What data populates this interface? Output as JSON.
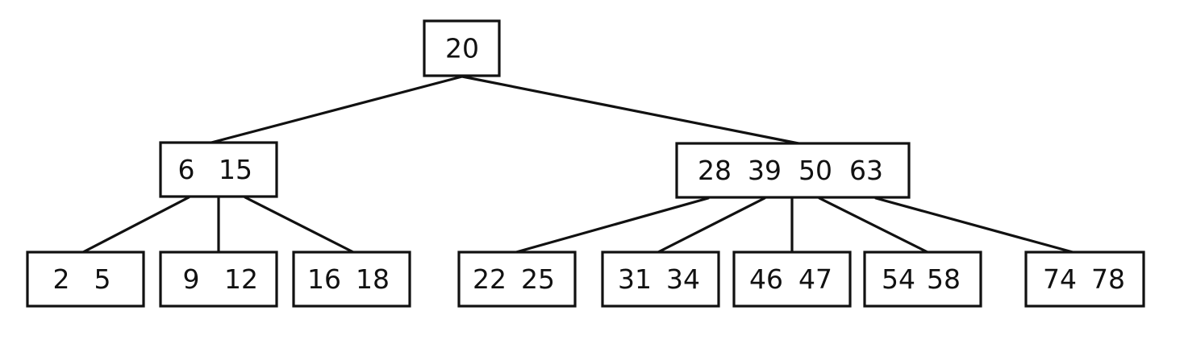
{
  "tree": {
    "nodes": [
      {
        "id": "root",
        "keys": [
          "20"
        ]
      },
      {
        "id": "left",
        "keys": [
          "6",
          "15"
        ]
      },
      {
        "id": "right",
        "keys": [
          "28",
          "39",
          "50",
          "63"
        ]
      },
      {
        "id": "leaf1",
        "keys": [
          "2",
          "5"
        ]
      },
      {
        "id": "leaf2",
        "keys": [
          "9",
          "12"
        ]
      },
      {
        "id": "leaf3",
        "keys": [
          "16",
          "18"
        ]
      },
      {
        "id": "leaf4",
        "keys": [
          "22",
          "25"
        ]
      },
      {
        "id": "leaf5",
        "keys": [
          "31",
          "34"
        ]
      },
      {
        "id": "leaf6",
        "keys": [
          "46",
          "47"
        ]
      },
      {
        "id": "leaf7",
        "keys": [
          "54",
          "58"
        ]
      },
      {
        "id": "leaf8",
        "keys": [
          "74",
          "78"
        ]
      }
    ],
    "edges": [
      [
        "root",
        "left"
      ],
      [
        "root",
        "right"
      ],
      [
        "left",
        "leaf1"
      ],
      [
        "left",
        "leaf2"
      ],
      [
        "left",
        "leaf3"
      ],
      [
        "right",
        "leaf4"
      ],
      [
        "right",
        "leaf5"
      ],
      [
        "right",
        "leaf6"
      ],
      [
        "right",
        "leaf7"
      ],
      [
        "right",
        "leaf8"
      ]
    ]
  }
}
